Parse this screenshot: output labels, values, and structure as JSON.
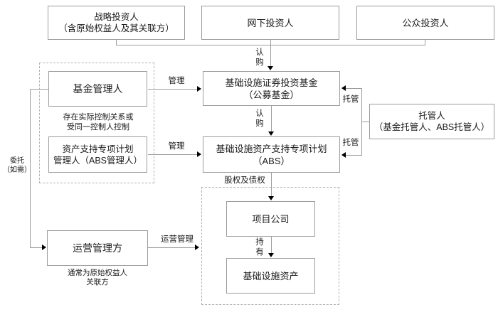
{
  "diagram": {
    "title_hint": "公募REITs（基础设施证券投资基金）交易结构图",
    "nodes": {
      "strategic_investor": "战略投资人\n（含原始权益人及其关联方）",
      "offline_investor": "网下投资人",
      "public_investor": "公众投资人",
      "public_fund": "基础设施证券投资基金\n（公募基金）",
      "fund_manager": "基金管理人",
      "abs_manager": "资产支持专项计划\n管理人（ABS管理人）",
      "abs_plan": "基础设施资产支持专项计划\n（ABS）",
      "custodian": "托管人\n（基金托管人、ABS托管人）",
      "operation_manager": "运营管理方",
      "project_company": "项目公司",
      "infrastructure_asset": "基础设施资产"
    },
    "edge_labels": {
      "subscribe_top": "认\n购",
      "subscribe_mid": "认\n购",
      "manage_fund": "管理",
      "manage_abs": "管理",
      "custody_fund": "托管",
      "custody_abs": "托管",
      "equity_and_debt": "股权及债权",
      "hold": "持\n有",
      "operation_manage": "运营管理",
      "entrust": "委托\n（如需）"
    },
    "annotations": {
      "control_relation": "存在实际控制关系或\n受同一控制人控制",
      "usually_related_party": "通常为原始权益人\n关联方"
    },
    "colors": {
      "box_border": "#9c9c9c",
      "dashed_border": "#b3b3b3",
      "line": "#9c9c9c",
      "arrow": "#000000",
      "text": "#1a1a1a",
      "background": "#ffffff"
    }
  }
}
